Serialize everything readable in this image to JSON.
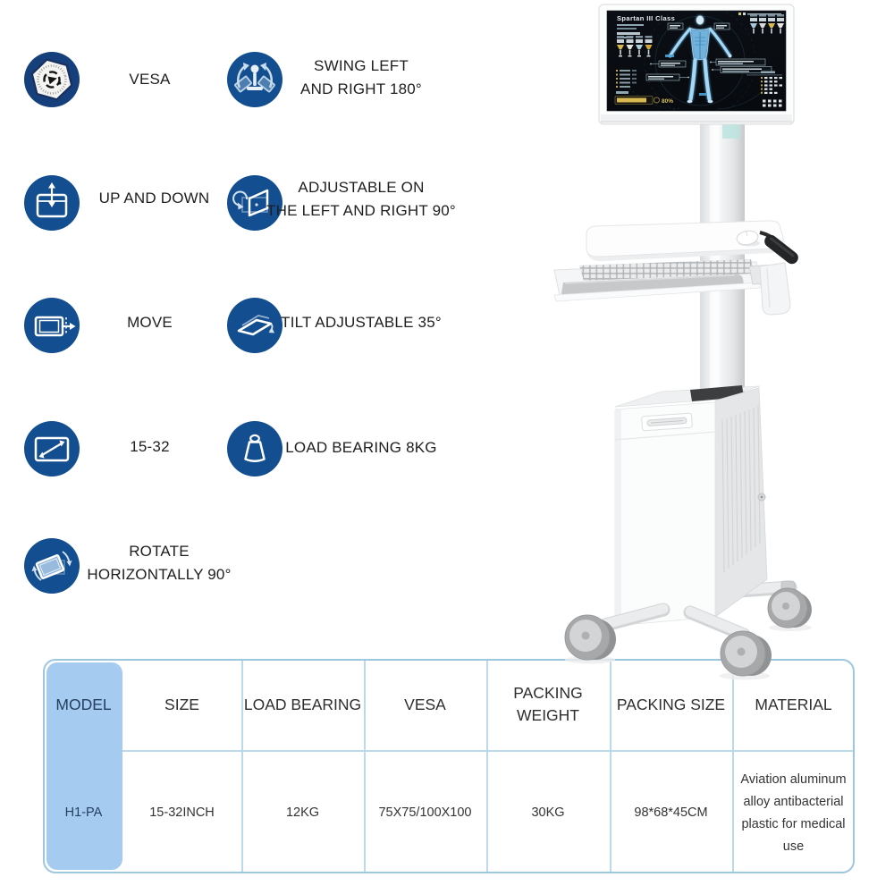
{
  "features": [
    {
      "icon": "vesa-badge-icon",
      "label": "VESA"
    },
    {
      "icon": "swing-left-right-icon",
      "label": "SWING LEFT\nAND RIGHT 180°"
    },
    {
      "icon": "up-down-icon",
      "label": "UP AND DOWN"
    },
    {
      "icon": "adjustable-left-right-icon",
      "label": "ADJUSTABLE ON\nTHE LEFT AND RIGHT 90°"
    },
    {
      "icon": "move-icon",
      "label": "MOVE"
    },
    {
      "icon": "tilt-icon",
      "label": "TILT ADJUSTABLE 35°"
    },
    {
      "icon": "screen-size-icon",
      "label": "15-32"
    },
    {
      "icon": "load-bearing-icon",
      "label": "LOAD BEARING 8KG"
    },
    {
      "icon": "rotate-horizontal-icon",
      "label": "ROTATE\nHORIZONTALLY 90°"
    }
  ],
  "monitor_screen": {
    "title": "Spartan III Class",
    "progress": "80%"
  },
  "spec_table": {
    "headers": [
      "MODEL",
      "SIZE",
      "LOAD BEARING",
      "VESA",
      "PACKING WEIGHT",
      "PACKING SIZE",
      "MATERIAL"
    ],
    "row": [
      "H1-PA",
      "15-32INCH",
      "12KG",
      "75X75/100X100",
      "30KG",
      "98*68*45CM",
      "Aviation aluminum alloy antibacterial plastic for medical use"
    ]
  },
  "colors": {
    "icon_blue": "#134f90",
    "table_border": "#9cc7e0",
    "model_column_fill": "#a6cbf1",
    "model_text": "#24405f"
  }
}
